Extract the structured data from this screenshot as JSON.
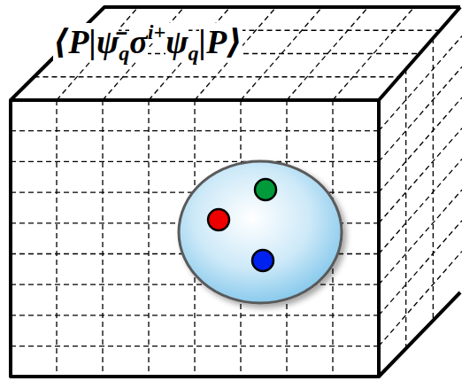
{
  "diagram": {
    "labels": [
      "⟨P|ψ̄",
      "q",
      "σ",
      "i+",
      "ψ",
      "q",
      "|P⟩"
    ]
  }
}
